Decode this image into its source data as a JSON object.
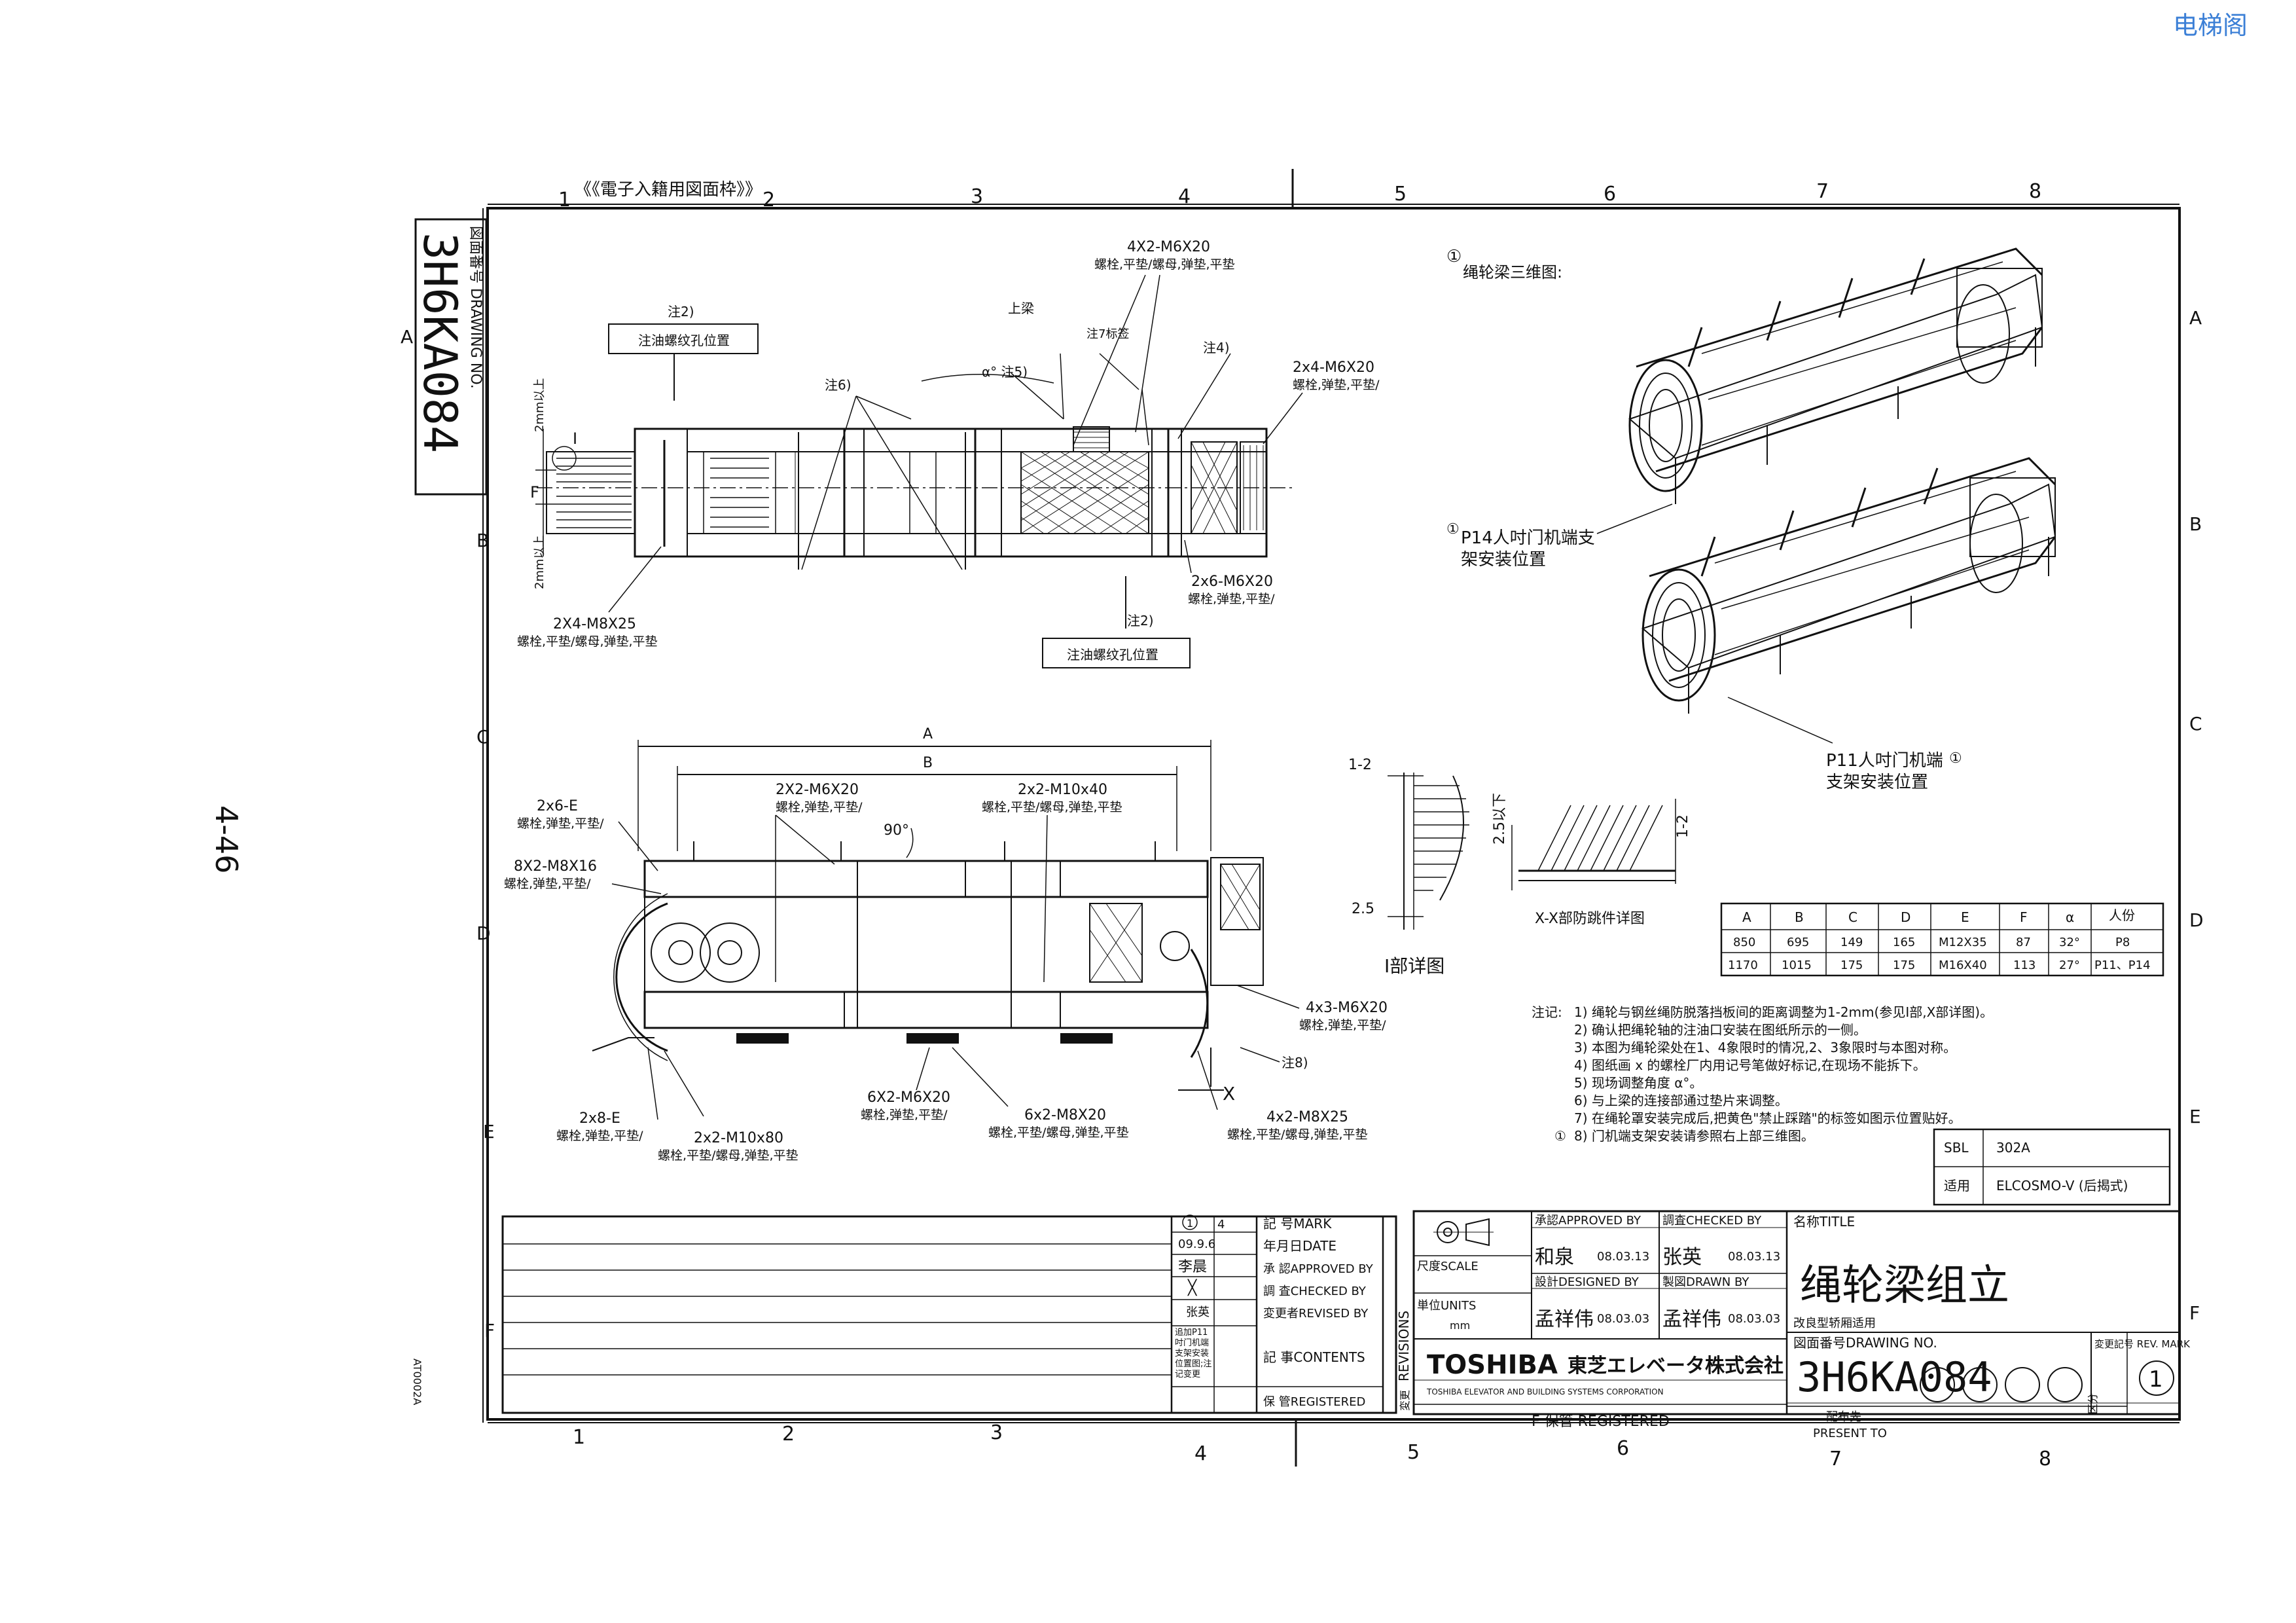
{
  "watermark": "电梯阁",
  "side_page_number": "4-46",
  "frame": {
    "header_note": "《《電子入籍用図面枠》》",
    "cols_top": [
      "1",
      "2",
      "3",
      "4",
      "5",
      "6",
      "7",
      "8"
    ],
    "cols_bottom": [
      "1",
      "2",
      "3",
      "4",
      "5",
      "6",
      "7",
      "8"
    ],
    "rows": [
      "A",
      "B",
      "C",
      "D",
      "E",
      "F"
    ],
    "left_code": "AT0002A"
  },
  "drawing_no_box": {
    "label": "図面番号 DRAWING NO.",
    "value": "3H6KA084"
  },
  "top_view": {
    "note2_top": "注2)",
    "oil_hole_top": "注油螺纹孔位置",
    "note6": "注6)",
    "upper_beam": "上梁",
    "alpha_label": "α° 注5)",
    "note7": "注7标签",
    "note4": "注4)",
    "bolt_4x2": "4X2-M6X20",
    "bolt_4x2_sub": "螺栓,平垫/螺母,弹垫,平垫",
    "bolt_2x4": "2x4-M6X20",
    "bolt_2x4_sub": "螺栓,弹垫,平垫/",
    "dim_top": "2mm以上",
    "dim_bottom": "2mm以上",
    "dim_f": "F",
    "detail_i": "I",
    "bolt_2x4m8": "2X4-M8X25",
    "bolt_2x4m8_sub": "螺栓,平垫/螺母,弹垫,平垫",
    "bolt_2x6": "2x6-M6X20",
    "bolt_2x6_sub": "螺栓,弹垫,平垫/",
    "note2_bottom": "注2)",
    "oil_hole_bottom": "注油螺纹孔位置"
  },
  "front_view": {
    "dim_a": "A",
    "dim_b": "B",
    "angle": "90°",
    "bolt_2x6e": "2x6-E",
    "bolt_2x6e_sub": "螺栓,弹垫,平垫/",
    "bolt_2x2m6": "2X2-M6X20",
    "bolt_2x2m6_sub": "螺栓,弹垫,平垫/",
    "bolt_2x2m10": "2x2-M10x40",
    "bolt_2x2m10_sub": "螺栓,平垫/螺母,弹垫,平垫",
    "bolt_8x2": "8X2-M8X16",
    "bolt_8x2_sub": "螺栓,弹垫,平垫/",
    "bolt_4x3": "4x3-M6X20",
    "bolt_4x3_sub": "螺栓,弹垫,平垫/",
    "note8": "注8)",
    "x_mark": "X",
    "bolt_2x8e": "2x8-E",
    "bolt_2x8e_sub": "螺栓,弹垫,平垫/",
    "bolt_2x2m10b": "2x2-M10x80",
    "bolt_2x2m10b_sub": "螺栓,平垫/螺母,弹垫,平垫",
    "bolt_6x2m6": "6X2-M6X20",
    "bolt_6x2m6_sub": "螺栓,弹垫,平垫/",
    "bolt_6x2m8": "6x2-M8X20",
    "bolt_6x2m8_sub": "螺栓,平垫/螺母,弹垫,平垫",
    "bolt_4x2m8": "4x2-M8X25",
    "bolt_4x2m8_sub": "螺栓,平垫/螺母,弹垫,平垫"
  },
  "iso_views": {
    "title": "绳轮梁三维图:",
    "mark1": "①",
    "p14": "P14人吋门机端支",
    "p14b": "架安装位置",
    "mark2": "①",
    "p11": "P11人吋门机端",
    "p11b": "支架安装位置",
    "mark3": "①"
  },
  "details": {
    "label_12a": "1-2",
    "label_25a": "2.5以下",
    "label_25b": "2.5",
    "detail_i_title": "I部详图",
    "label_12b": "1-2",
    "detail_x_title": "X-X部防跳件详图"
  },
  "dim_table": {
    "headers": [
      "A",
      "B",
      "C",
      "D",
      "E",
      "F",
      "α",
      "人份"
    ],
    "rows": [
      [
        "850",
        "695",
        "149",
        "165",
        "M12X35",
        "87",
        "32°",
        "P8"
      ],
      [
        "1170",
        "1015",
        "175",
        "175",
        "M16X40",
        "113",
        "27°",
        "P11、P14"
      ]
    ]
  },
  "notes": {
    "prefix": "注记:",
    "lines": [
      "1) 绳轮与钢丝绳防脱落挡板间的距离调整为1-2mm(参见I部,X部详图)。",
      "2) 确认把绳轮轴的注油口安装在图纸所示的一侧。",
      "3) 本图为绳轮梁处在1、4象限时的情况,2、3象限时与本图对称。",
      "4) 图纸画 x 的螺栓厂内用记号笔做好标记,在现场不能拆下。",
      "5) 现场调整角度 α°。",
      "6) 与上梁的连接部通过垫片来调整。",
      "7) 在绳轮罩安装完成后,把黄色\"禁止踩踏\"的标签如图示位置贴好。",
      "8) 门机端支架安装请参照右上部三维图。"
    ],
    "circle_mark": "①"
  },
  "sbl_box": {
    "k1": "SBL",
    "v1": "302A",
    "k2": "适用",
    "v2": "ELCOSMO-V (后揭式)"
  },
  "revision": {
    "mark_no": "1",
    "mark_val": "4",
    "date": "09.9.6",
    "approved_sig": "李晨",
    "checked_sig": "╳",
    "revised_sig": "张英",
    "contents": "追加P11吋门机端支架安装位置图;注记变更",
    "lbl_mark": "記 号MARK",
    "lbl_date": "年月日DATE",
    "lbl_approved": "承 認APPROVED BY",
    "lbl_checked": "調 査CHECKED BY",
    "lbl_revised": "変更者REVISED BY",
    "lbl_contents": "記 事CONTENTS",
    "lbl_registered": "保 管REGISTERED",
    "revisions": "REVISIONS",
    "henkou": "変更"
  },
  "title_block": {
    "scale": "尺度SCALE",
    "units": "単位UNITS",
    "units_val": "mm",
    "approved_by": "承認APPROVED BY",
    "approved_name": "和泉",
    "approved_date": "08.03.13",
    "checked_by": "調査CHECKED BY",
    "checked_name": "张英",
    "checked_date": "08.03.13",
    "designed_by": "設計DESIGNED BY",
    "designed_name": "孟祥伟",
    "designed_date": "08.03.03",
    "drawn_by": "製図DRAWN BY",
    "drawn_name": "孟祥伟",
    "drawn_date": "08.03.03",
    "name_title": "名称TITLE",
    "title": "绳轮梁组立",
    "subtitle": "改良型轿厢适用",
    "brand": "TOSHIBA",
    "brand_jp": "東芝エレベータ株式会社",
    "brand_en": "TOSHIBA ELEVATOR AND BUILDING SYSTEMS CORPORATION",
    "drawing_no_label": "図面番号DRAWING NO.",
    "drawing_no": "3H6KA084",
    "rev_label": "変更記号 REV. MARK",
    "rev_mark": "1",
    "present_label": "配布先",
    "present_to": "PRESENT TO",
    "kubun": "区分",
    "f_registered": "F 保管 REGISTERED"
  }
}
